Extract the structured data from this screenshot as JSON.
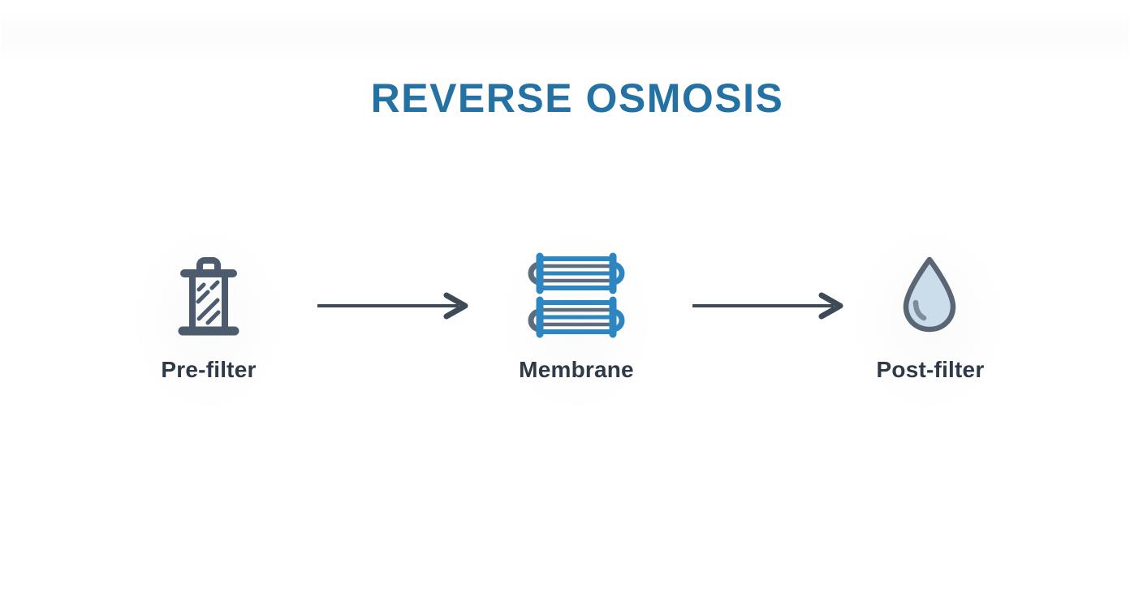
{
  "title": "REVERSE OSMOSIS",
  "stages": [
    {
      "label": "Pre-filter",
      "icon": "pre-filter-canister-icon"
    },
    {
      "label": "Membrane",
      "icon": "membrane-module-icon"
    },
    {
      "label": "Post-filter",
      "icon": "water-drop-icon"
    }
  ],
  "arrows": [
    {
      "name": "flow-arrow-1",
      "direction": "right"
    },
    {
      "name": "flow-arrow-2",
      "direction": "right"
    }
  ],
  "colors": {
    "background": "#FFFFFF",
    "title_blue": "#2472A4",
    "label_dark": "#2E3A47",
    "arrow_slate": "#3F4A59",
    "prefilter_slate": "#4C5B6E",
    "membrane_blue": "#2E86C1",
    "membrane_gray": "#5D6D7E",
    "droplet_fill": "#CBDCEB",
    "droplet_outline": "#5A6673",
    "droplet_highlight": "#7E8C9A"
  }
}
